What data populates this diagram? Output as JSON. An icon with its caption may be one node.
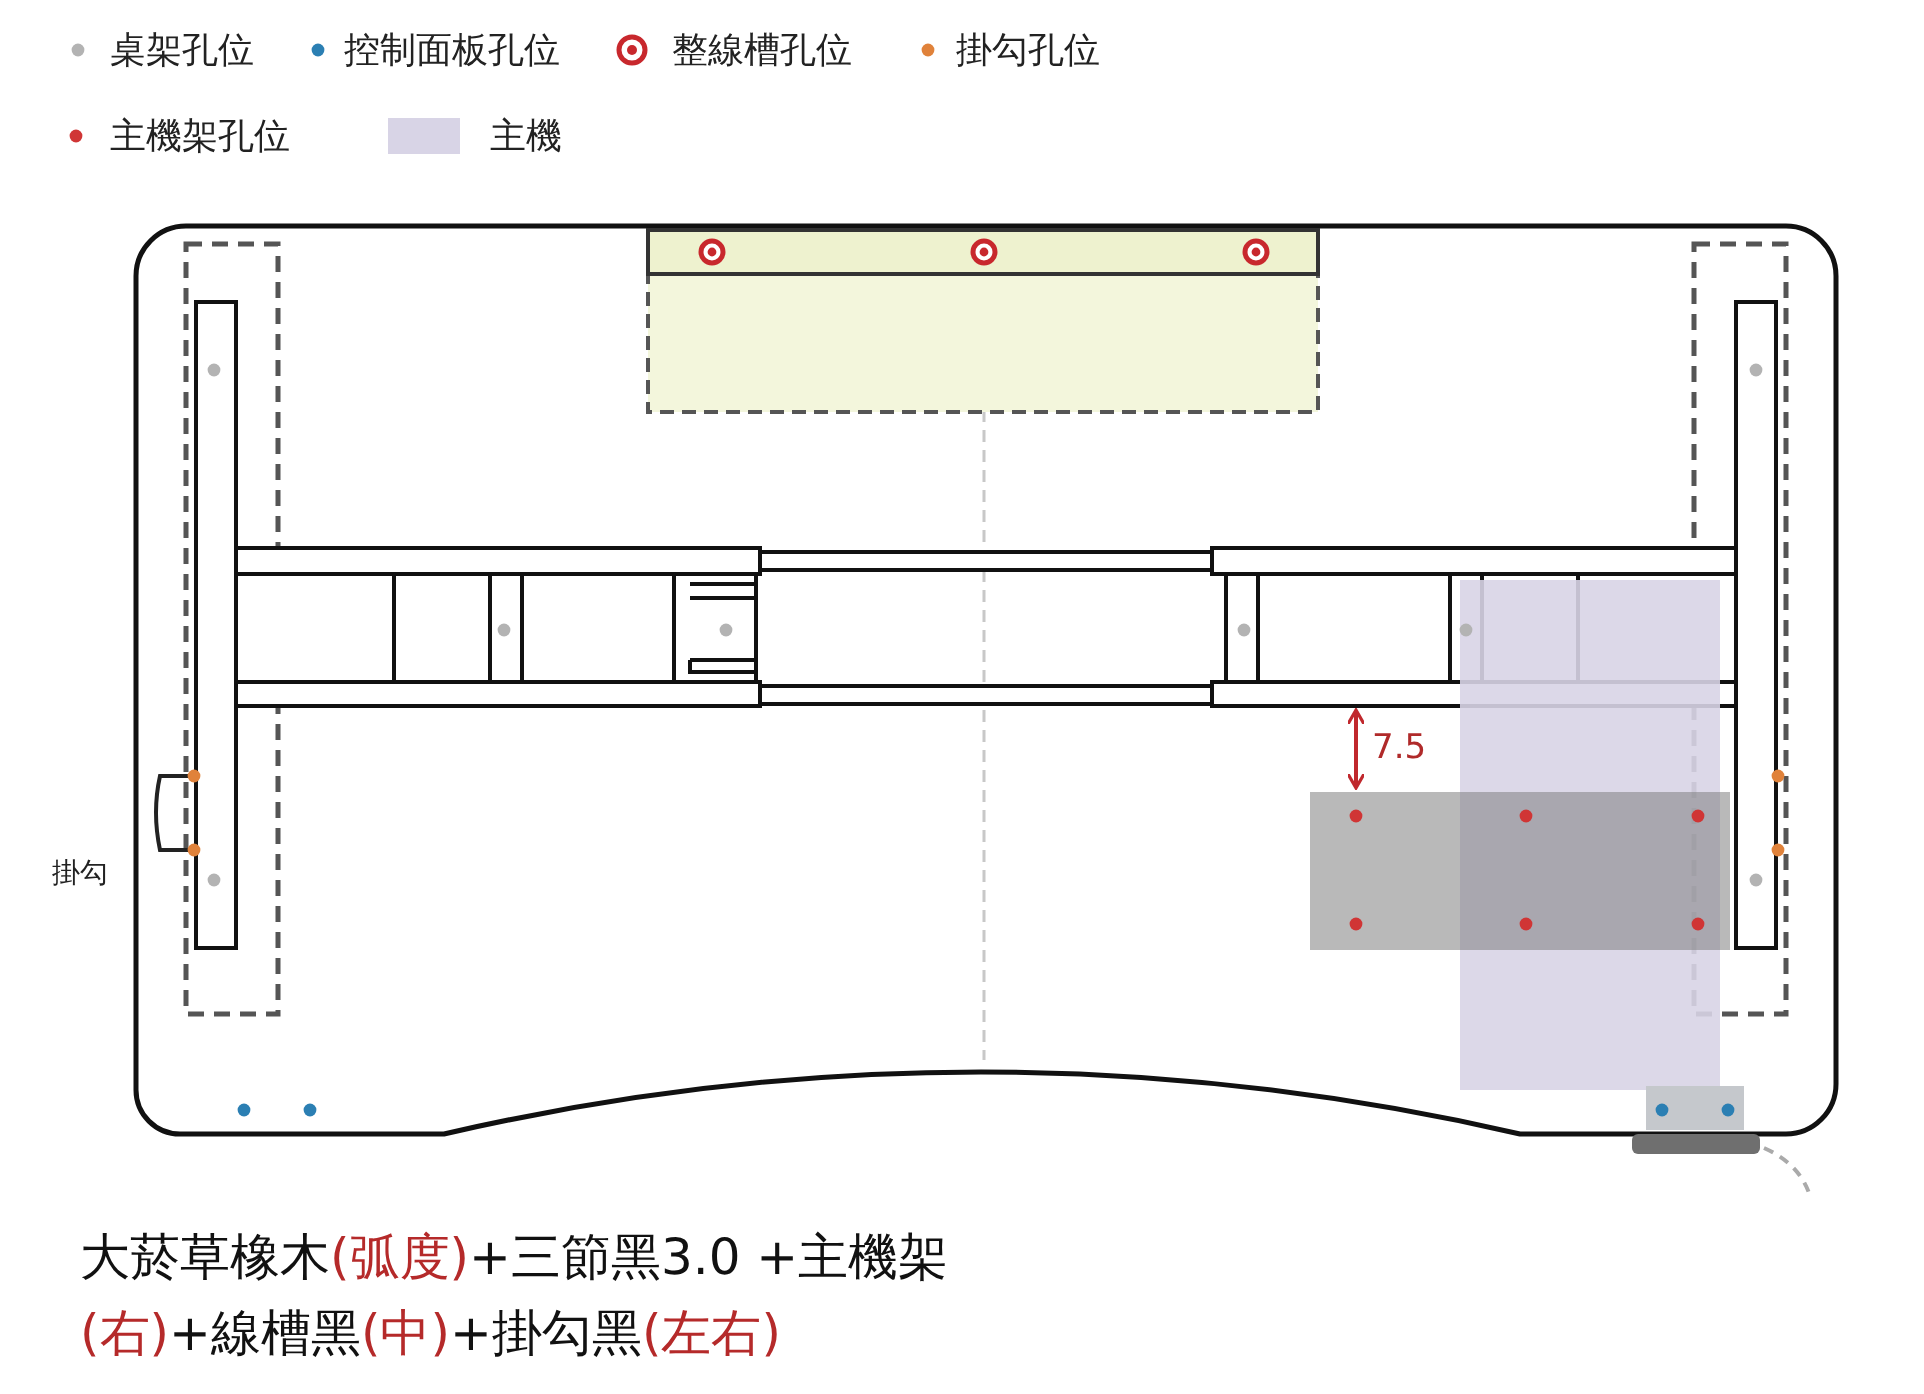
{
  "diagram": {
    "caption": "大菸草橡木(弧度)+三節黑3.0 +主機架(右)+線槽黑(中)+掛勾黑(左右)",
    "labels": [
      "掛勾",
      "7.5"
    ],
    "legend": [
      {
        "text": "桌架孔位",
        "color": "#b3b3b3"
      },
      {
        "text": "控制面板孔位",
        "color": "#2b7fb3"
      },
      {
        "text": "整線槽孔位",
        "color": "#c8282d"
      },
      {
        "text": "掛勾孔位",
        "color": "#e0823a"
      },
      {
        "text": "主機架孔位",
        "color": "#d03535"
      },
      {
        "text": "主機",
        "color": "#d8d4e6"
      }
    ]
  }
}
